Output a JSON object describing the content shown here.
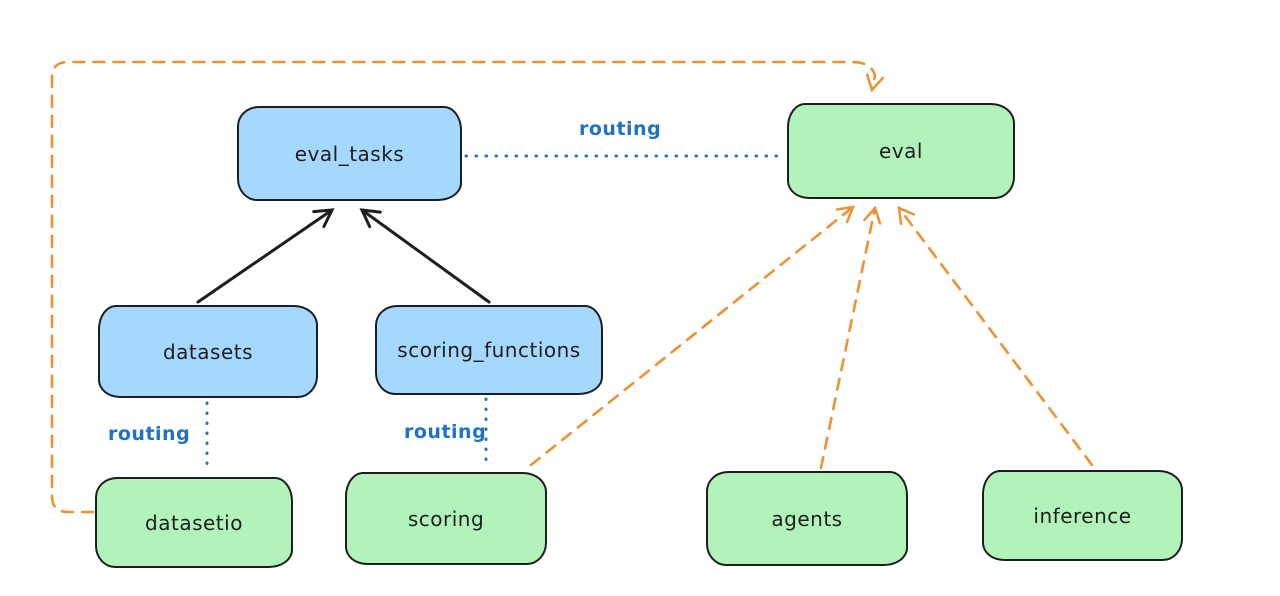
{
  "diagram": {
    "type": "architecture-routing-diagram",
    "colors": {
      "background": "#ffffff",
      "blue_node_fill": "#a5d8ff",
      "green_node_fill": "#b2f2bb",
      "node_stroke": "#1e1e1e",
      "solid_arrow": "#1e1e1e",
      "dashed_arrow_orange": "#ec9235",
      "dotted_line_blue": "#2272c3"
    },
    "nodes": {
      "eval_tasks": {
        "label": "eval_tasks",
        "color": "blue"
      },
      "eval": {
        "label": "eval",
        "color": "green"
      },
      "datasets": {
        "label": "datasets",
        "color": "blue"
      },
      "scoring_functions": {
        "label": "scoring_functions",
        "color": "blue"
      },
      "datasetio": {
        "label": "datasetio",
        "color": "green"
      },
      "scoring": {
        "label": "scoring",
        "color": "green"
      },
      "agents": {
        "label": "agents",
        "color": "green"
      },
      "inference": {
        "label": "inference",
        "color": "green"
      }
    },
    "edge_labels": {
      "routing_eval_tasks_to_eval": "routing",
      "routing_datasets_to_datasetio": "routing",
      "routing_scoring_functions_to_scoring": "routing"
    },
    "edges": [
      {
        "from": "datasets",
        "to": "eval_tasks",
        "style": "solid-black-arrow"
      },
      {
        "from": "scoring_functions",
        "to": "eval_tasks",
        "style": "solid-black-arrow"
      },
      {
        "from": "eval_tasks",
        "to": "eval",
        "style": "dotted-blue",
        "label": "routing"
      },
      {
        "from": "datasets",
        "to": "datasetio",
        "style": "dotted-blue",
        "label": "routing"
      },
      {
        "from": "scoring_functions",
        "to": "scoring",
        "style": "dotted-blue",
        "label": "routing"
      },
      {
        "from": "datasetio",
        "to": "eval",
        "style": "dashed-orange-arrow"
      },
      {
        "from": "scoring",
        "to": "eval",
        "style": "dashed-orange-arrow"
      },
      {
        "from": "agents",
        "to": "eval",
        "style": "dashed-orange-arrow"
      },
      {
        "from": "inference",
        "to": "eval",
        "style": "dashed-orange-arrow"
      }
    ]
  }
}
